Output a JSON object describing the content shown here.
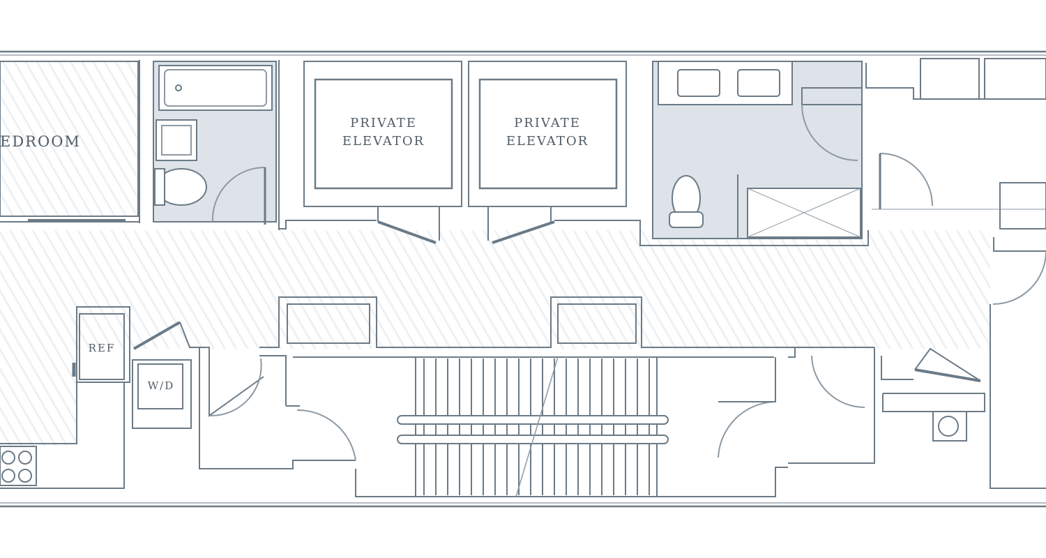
{
  "colors": {
    "wall": "#6b7a86",
    "line": "#8d99a3",
    "fill_wet": "#dde3e8",
    "floor_hatch": "#eef1f3",
    "label": "#4f5b64",
    "background": "#ffffff"
  },
  "labels": {
    "bedroom": "EDROOM",
    "elevator_1_line1": "PRIVATE",
    "elevator_1_line2": "ELEVATOR",
    "elevator_2_line1": "PRIVATE",
    "elevator_2_line2": "ELEVATOR",
    "ref": "REF",
    "wd": "W/D"
  },
  "icons": [
    "bathtub-icon",
    "sink-icon",
    "toilet-icon",
    "door-swing-icon",
    "closet-rod-icon",
    "stair-icon",
    "range-burner-icon"
  ]
}
